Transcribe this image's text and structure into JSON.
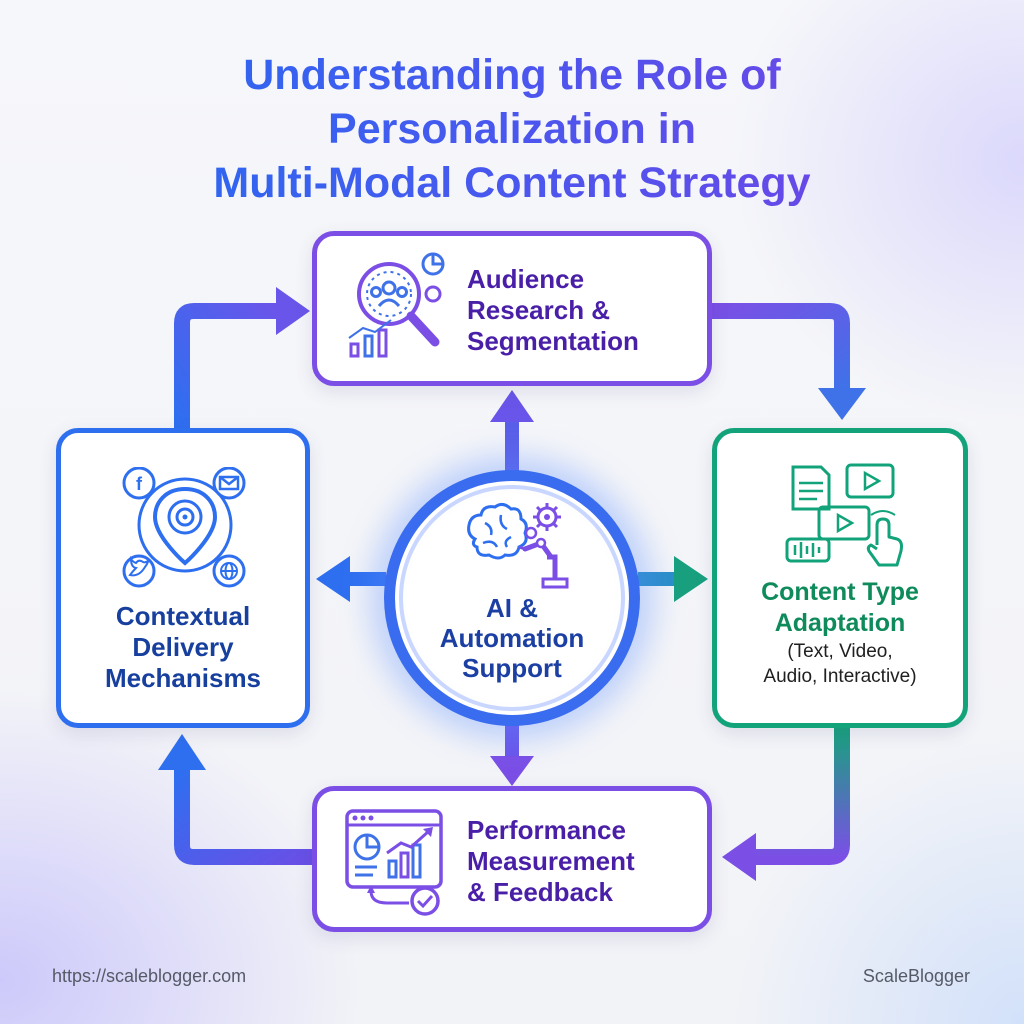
{
  "title": {
    "line1": "Understanding the Role of",
    "line2": "Personalization in",
    "line3": "Multi-Modal Content Strategy"
  },
  "nodes": {
    "top": {
      "line1": "Audience",
      "line2": "Research &",
      "line3": "Segmentation",
      "icon": "audience-analytics-icon"
    },
    "right": {
      "line1": "Content Type",
      "line2": "Adaptation",
      "sub1": "(Text, Video,",
      "sub2": "Audio, Interactive)",
      "icon": "multimedia-content-icon"
    },
    "bottom": {
      "line1": "Performance",
      "line2": "Measurement",
      "line3": "& Feedback",
      "icon": "performance-dashboard-icon"
    },
    "left": {
      "line1": "Contextual",
      "line2": "Delivery",
      "line3": "Mechanisms",
      "icon": "location-target-icon"
    },
    "center": {
      "line1": "AI &",
      "line2": "Automation",
      "line3": "Support",
      "icon": "ai-brain-robot-icon"
    }
  },
  "footer": {
    "url": "https://scaleblogger.com",
    "brand": "ScaleBlogger"
  },
  "colors": {
    "blue": "#2e6ff0",
    "purple": "#7b4fe6",
    "green": "#12a37a",
    "dark_purple_text": "#4a1fa8",
    "dark_blue_text": "#163f9e",
    "green_text": "#0e8a5b"
  }
}
